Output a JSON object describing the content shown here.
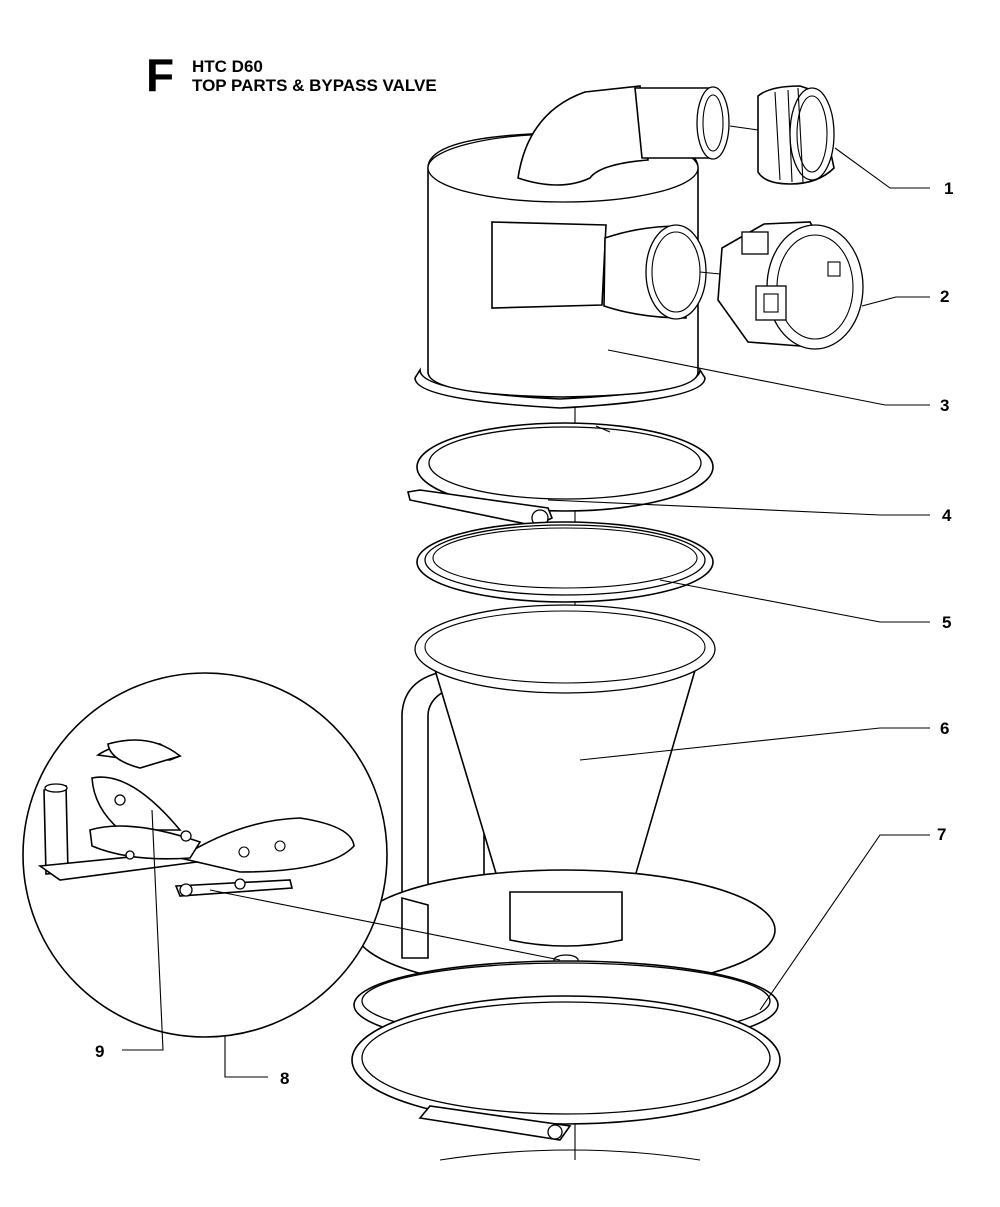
{
  "header": {
    "section_letter": "F",
    "model": "HTC D60",
    "title": "TOP PARTS & BYPASS VALVE"
  },
  "callouts": [
    {
      "id": "1",
      "part": "hose-adapter"
    },
    {
      "id": "2",
      "part": "quick-coupling"
    },
    {
      "id": "3",
      "part": "cyclone-top-housing"
    },
    {
      "id": "4",
      "part": "clamp-ring"
    },
    {
      "id": "5",
      "part": "gasket"
    },
    {
      "id": "6",
      "part": "cyclone-cone"
    },
    {
      "id": "7",
      "part": "ring-seal"
    },
    {
      "id": "8",
      "part": "bypass-valve-detail"
    },
    {
      "id": "9",
      "part": "valve-flap"
    }
  ],
  "colors": {
    "line": "#000000",
    "background": "#ffffff"
  }
}
